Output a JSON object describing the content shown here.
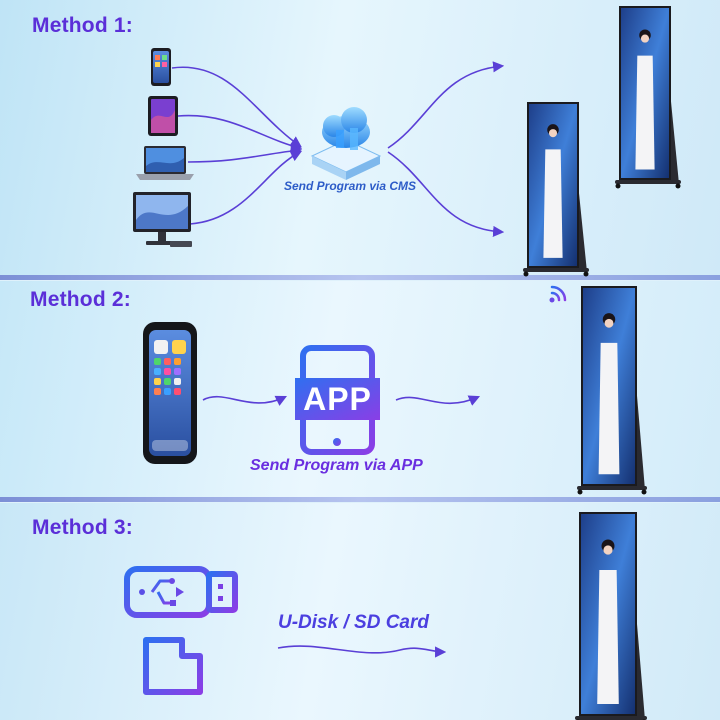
{
  "methods": [
    {
      "title": "Method 1:",
      "caption": "Send Program via CMS",
      "source_devices": [
        "smartphone",
        "tablet",
        "laptop",
        "desktop-monitor"
      ],
      "hub_icon": "cloud-server-icon",
      "targets": [
        "led-poster-display",
        "led-poster-display"
      ]
    },
    {
      "title": "Method 2:",
      "icon_text": "APP",
      "caption": "Send Program via APP",
      "source_devices": [
        "smartphone"
      ],
      "hub_icon": "app-tablet-icon",
      "targets": [
        "led-poster-display"
      ],
      "target_badge": "wifi-signal-icon"
    },
    {
      "title": "Method 3:",
      "caption": "U-Disk / SD Card",
      "source_devices": [
        "usb-drive",
        "sd-card"
      ],
      "targets": [
        "led-poster-display"
      ]
    }
  ],
  "colors": {
    "title": "#5b2fd8",
    "caption_cms": "#2d5cc8",
    "caption_app": "#6a2ee0",
    "caption_usb": "#4b3fe0",
    "arrow": "#5a3fd6",
    "icon_gradient_start": "#2f6ff0",
    "icon_gradient_end": "#8a3ee6",
    "divider": "#8aa0df"
  }
}
